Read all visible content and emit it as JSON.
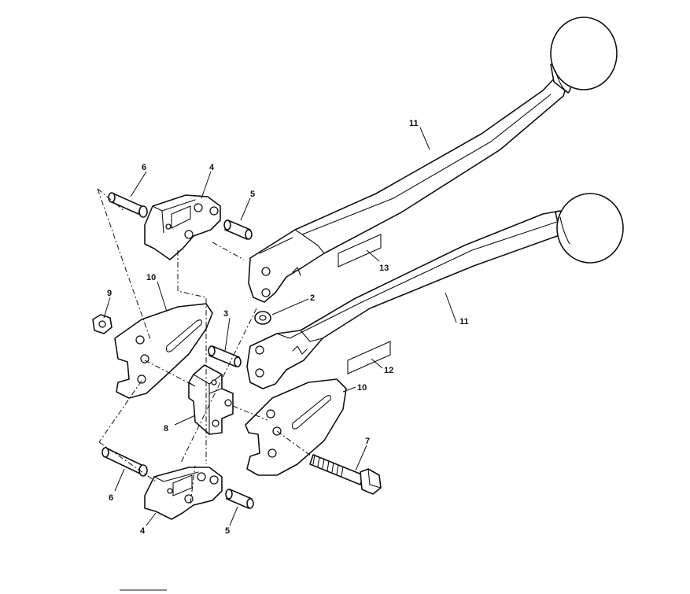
{
  "diagram": {
    "callouts": [
      {
        "id": "c-11a",
        "text": "11"
      },
      {
        "id": "c-11b",
        "text": "11"
      },
      {
        "id": "c-6a",
        "text": "6"
      },
      {
        "id": "c-4a",
        "text": "4"
      },
      {
        "id": "c-5a",
        "text": "5"
      },
      {
        "id": "c-13",
        "text": "13"
      },
      {
        "id": "c-2",
        "text": "2"
      },
      {
        "id": "c-9",
        "text": "9"
      },
      {
        "id": "c-10a",
        "text": "10"
      },
      {
        "id": "c-3",
        "text": "3"
      },
      {
        "id": "c-12",
        "text": "12"
      },
      {
        "id": "c-10b",
        "text": "10"
      },
      {
        "id": "c-8",
        "text": "8"
      },
      {
        "id": "c-7",
        "text": "7"
      },
      {
        "id": "c-6b",
        "text": "6"
      },
      {
        "id": "c-4b",
        "text": "4"
      },
      {
        "id": "c-5b",
        "text": "5"
      }
    ],
    "colors": {
      "line": "#111111",
      "background": "#ffffff"
    }
  }
}
